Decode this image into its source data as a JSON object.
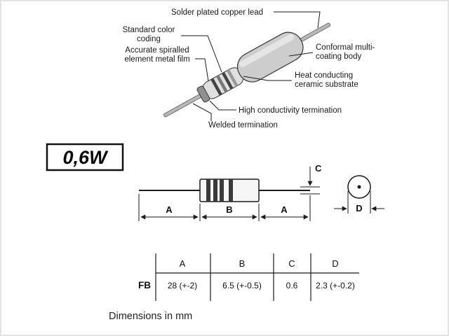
{
  "illustration": {
    "solder_lead_label": "Solder plated copper lead",
    "color_coding_line1": "Standard color",
    "color_coding_line2": "coding",
    "spiral_line1": "Accurate spiralled",
    "spiral_line2": "element metal film",
    "conformal_line1": "Conformal multi-",
    "conformal_line2": "coating body",
    "heat_line1": "Heat conducting",
    "heat_line2": "ceramic substrate",
    "high_conductivity_label": "High conductivity termination",
    "welded_label": "Welded termination"
  },
  "power_rating": "0,6W",
  "dimension_drawing": {
    "label_a": "A",
    "label_b": "B",
    "label_c": "C",
    "label_d": "D"
  },
  "table": {
    "row_label": "FB",
    "columns": [
      "A",
      "B",
      "C",
      "D"
    ],
    "values": [
      "28 (+-2)",
      "6.5 (+-0.5)",
      "0.6",
      "2.3 (+-0.2)"
    ]
  },
  "footer_note": "Dimensions in mm",
  "colors": {
    "line": "#1a1a1a",
    "body_fill": "#cdcdcd",
    "inner_fill": "#e0e0e0",
    "band": "#3a3a3a",
    "background": "#ffffff"
  }
}
